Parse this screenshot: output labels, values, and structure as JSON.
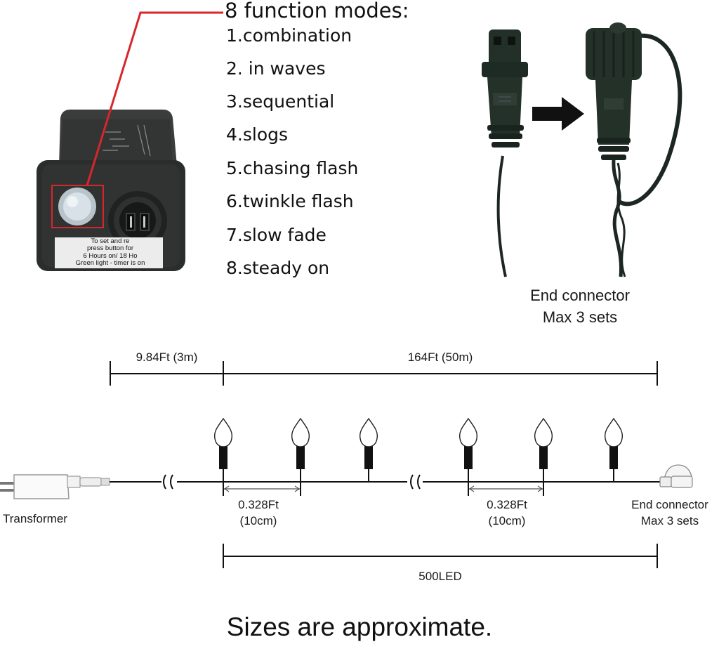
{
  "modes": {
    "title": "8 function modes:",
    "items": [
      "1.combination",
      "2. in waves",
      "3.sequential",
      "4.slogs",
      "5.chasing flash",
      "6.twinkle flash",
      "7.slow fade",
      "8.steady on"
    ]
  },
  "controller": {
    "sticker_lines": [
      "To set and re",
      "press button for",
      "6 Hours on/ 18 Ho",
      "Green light - timer is on"
    ]
  },
  "end_connector_photo": {
    "caption_line1": "End connector",
    "caption_line2": "Max 3 sets"
  },
  "diagram": {
    "lead_length": "9.84Ft (3m)",
    "string_length": "164Ft (50m)",
    "spacing_1_line1": "0.328Ft",
    "spacing_1_line2": "(10cm)",
    "spacing_2_line1": "0.328Ft",
    "spacing_2_line2": "(10cm)",
    "transformer_label": "Transformer",
    "end_line1": "End connector",
    "end_line2": "Max 3 sets",
    "led_count": "500LED"
  },
  "footer": {
    "note": "Sizes are approximate."
  },
  "colors": {
    "pointer_line": "#d8262b",
    "device": "#2b2e2d",
    "wire": "#1c2622"
  }
}
